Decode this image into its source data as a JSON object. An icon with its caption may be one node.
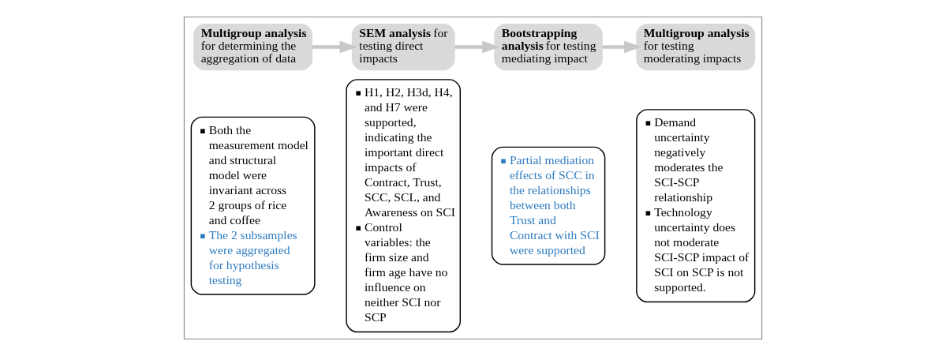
{
  "diagram": {
    "nodes": [
      {
        "text": [],
        "shape": "box"
      },
      {
        "text": [
          "**Multigroup analysis** for determining the aggregation of data"
        ],
        "in": 0
      },
      {
        "text": [
          "Both the measurement model and structural model were invariant across 2 groups of rice and coffee",
          "The 2 subsamples were aggregated for hypothesis testing"
        ],
        "in": 0
      },
      {
        "text": [
          "**SEM analysis** for testing direct impacts"
        ],
        "in": 0
      },
      {
        "text": [
          "H1, H2, H3d, H4, and H7 were supported, indicating the important direct impacts of Contract, Trust, SCC, SCL, and Awareness on SCI",
          "Control variables: the firm size and firm age have no influence on neither SCI nor SCP"
        ],
        "in": 0
      },
      {
        "text": [
          "**Bootstrapping analysis** for testing mediating impact"
        ],
        "in": 0
      },
      {
        "text": [
          "Partial mediation effects of SCC in the relationships between both Trust and Contract with SCI were supported"
        ],
        "in": 0
      },
      {
        "text": [
          "**Multigroup analysis** for testing moderating impacts"
        ],
        "in": 0
      },
      {
        "text": [
          "Demand uncertainty negatively moderates the SCI-SCP relationship",
          "Technology uncertainty does not moderate SCI-SCP impact of SCI on SCP is not supported."
        ],
        "in": 0
      }
    ],
    "edges": [
      {
        "from": 1,
        "to": 3,
        "arrow": "to"
      },
      {
        "from": 3,
        "to": 5,
        "arrow": "to"
      },
      {
        "from": 5,
        "to": 7,
        "arrow": "to"
      }
    ]
  }
}
